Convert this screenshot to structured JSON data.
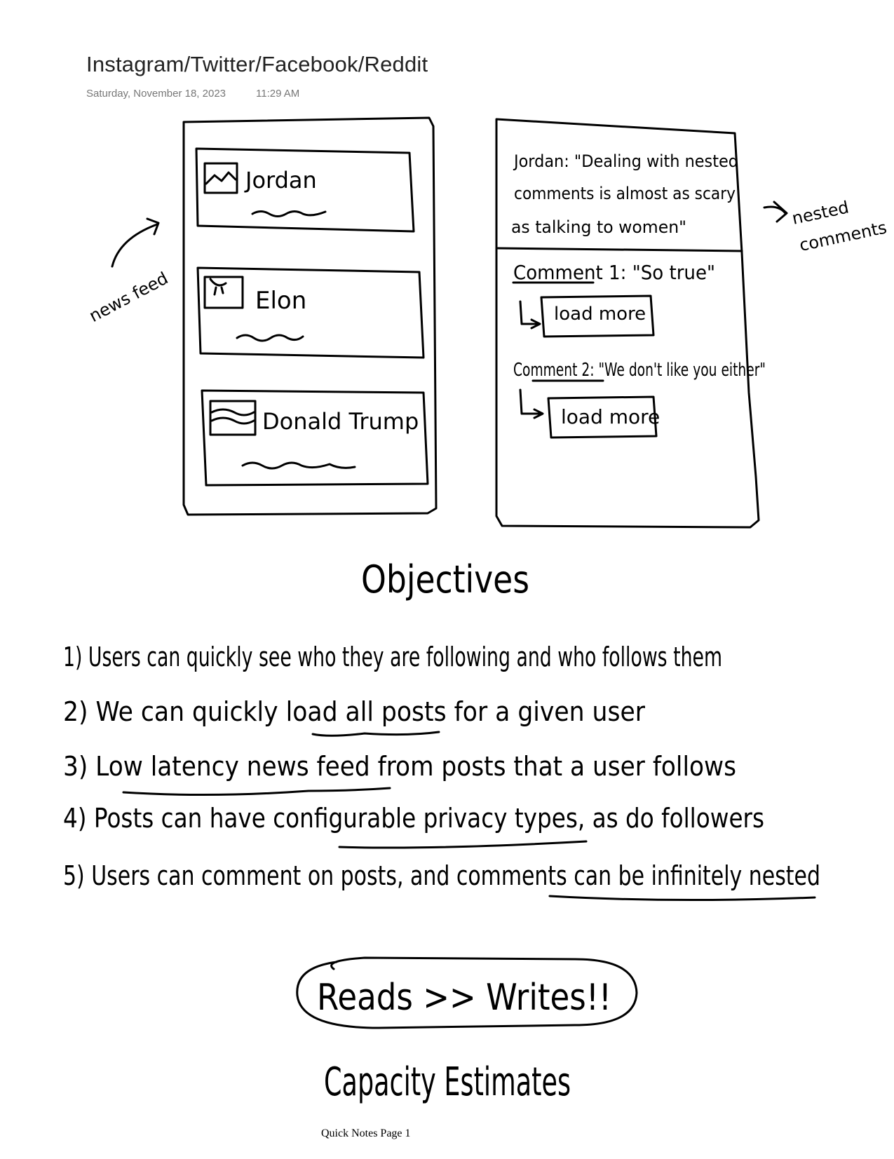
{
  "page": {
    "title": "Instagram/Twitter/Facebook/Reddit",
    "date": "Saturday, November 18, 2023",
    "time": "11:29 AM",
    "footer": "Quick Notes Page 1"
  },
  "sketch": {
    "feed_label": "news feed",
    "feed_posts": [
      {
        "name": "Jordan"
      },
      {
        "name": "Elon"
      },
      {
        "name": "Donald Trump"
      }
    ],
    "comments_label_line1": "nested",
    "comments_label_line2": "comments",
    "quote_line1": "Jordan: \"Dealing with nested",
    "quote_line2": "comments is almost as scary",
    "quote_line3": "as talking to women\"",
    "comment1": "Comment 1: \"So true\"",
    "comment2": "Comment 2: \"We don't like you either\"",
    "load_more": "load more"
  },
  "objectives": {
    "heading": "Objectives",
    "items": [
      "1) Users can quickly see who they are following and who follows them",
      "2) We can quickly load all posts for a given user",
      "3) Low latency news feed from posts that a user follows",
      "4) Posts can have configurable privacy types, as do followers",
      "5) Users can comment on posts, and comments can be infinitely nested"
    ]
  },
  "callout": "Reads >> Writes!!",
  "capacity_heading": "Capacity Estimates"
}
